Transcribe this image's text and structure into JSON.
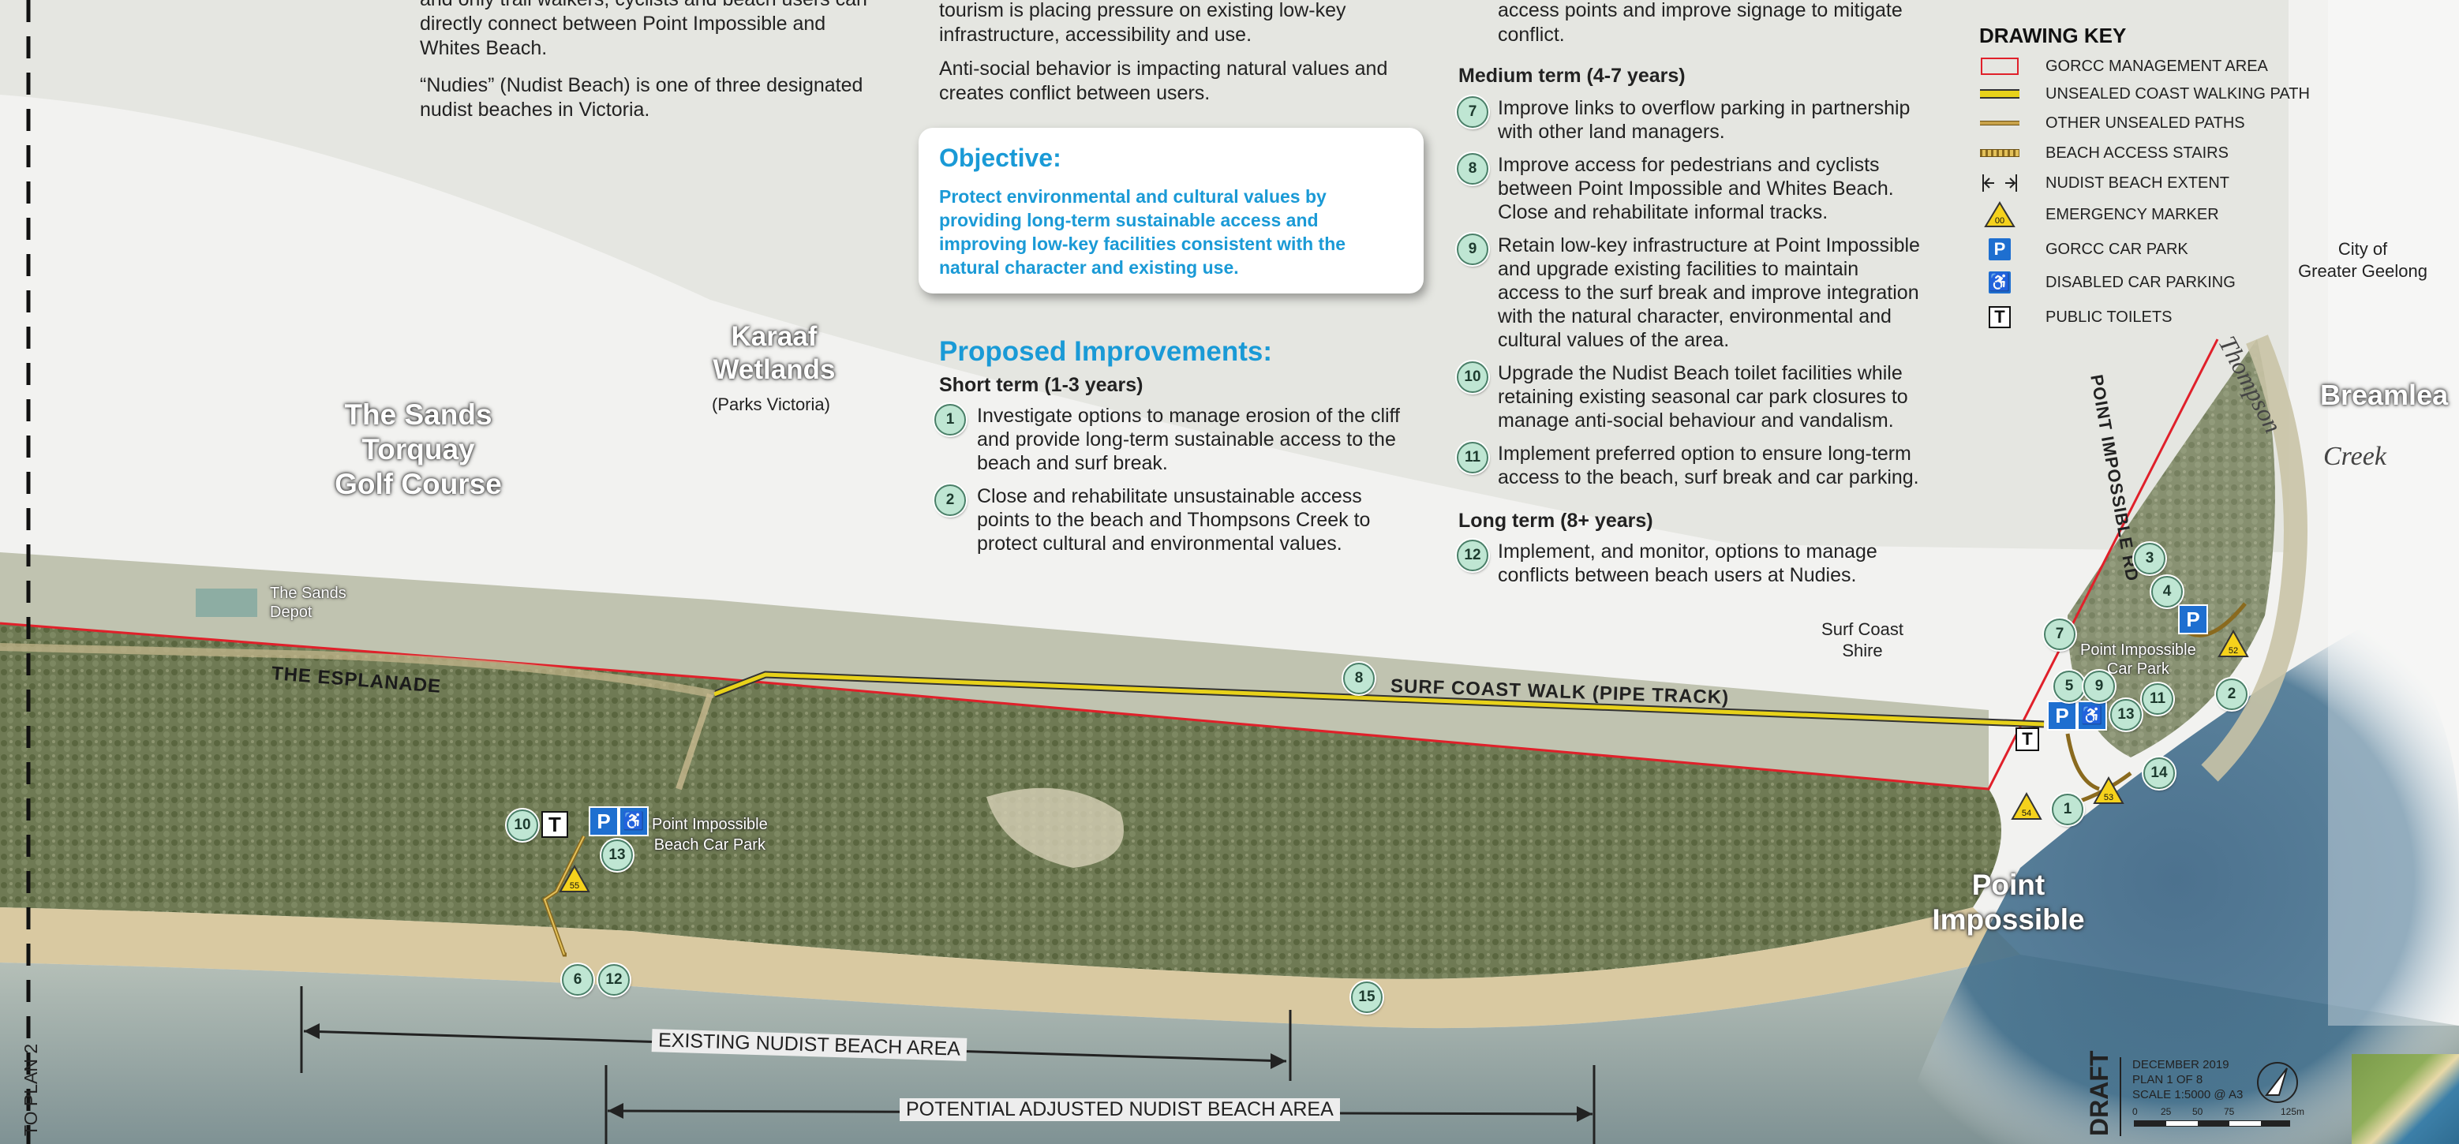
{
  "intro_left": {
    "line1": "and only trail walkers, cyclists and beach users can",
    "line2": "directly connect between Point Impossible and",
    "line3": "Whites Beach.",
    "para2_line1": "“Nudies” (Nudist Beach) is one of three designated",
    "para2_line2": "nudist beaches in Victoria."
  },
  "intro_mid": {
    "line1": "tourism is placing pressure on existing low-key",
    "line2": "infrastructure, accessibility and use.",
    "para2_line1": "Anti-social behavior is impacting natural values and",
    "para2_line2": "creates conflict between users."
  },
  "intro_right": {
    "line1": "access points and improve signage to mitigate",
    "line2": "conflict."
  },
  "objective": {
    "heading": "Objective:",
    "line1": "Protect environmental and cultural values by",
    "line2": "providing long-term sustainable access and",
    "line3": "improving low-key facilities consistent with the",
    "line4": "natural character and existing use."
  },
  "improvements": {
    "heading": "Proposed Improvements:",
    "short_term": "Short term (1-3 years)",
    "medium_term": "Medium term (4-7 years)",
    "long_term": "Long term (8+ years)",
    "items": [
      {
        "num": "1",
        "lines": [
          "Investigate options to manage erosion of the cliff",
          "and provide long-term sustainable access to the",
          "beach and surf break."
        ]
      },
      {
        "num": "2",
        "lines": [
          "Close and rehabilitate unsustainable access",
          "points to the beach and Thompsons Creek to",
          "protect cultural and environmental values."
        ]
      },
      {
        "num": "7",
        "lines": [
          "Improve links to overflow parking in partnership",
          "with other land managers."
        ]
      },
      {
        "num": "8",
        "lines": [
          "Improve access for pedestrians and cyclists",
          "between Point Impossible and Whites Beach.",
          "Close and rehabilitate informal tracks."
        ]
      },
      {
        "num": "9",
        "lines": [
          "Retain low-key infrastructure at Point Impossible",
          "and upgrade existing facilities to maintain",
          "access to the surf break and improve integration",
          "with the natural character, environmental and",
          "cultural values of the area."
        ]
      },
      {
        "num": "10",
        "lines": [
          "Upgrade the Nudist Beach toilet facilities while",
          "retaining existing seasonal car park closures to",
          "manage anti-social behaviour and vandalism."
        ]
      },
      {
        "num": "11",
        "lines": [
          "Implement preferred option to ensure long-term",
          "access to the beach, surf break and car parking."
        ]
      },
      {
        "num": "12",
        "lines": [
          "Implement, and monitor, options to manage",
          "conflicts between beach users at Nudies."
        ]
      }
    ]
  },
  "drawing_key": {
    "title": "DRAWING KEY",
    "items": [
      {
        "label": "GORCC MANAGEMENT AREA",
        "icon": "red-outline-rect-icon"
      },
      {
        "label": "UNSEALED COAST WALKING PATH",
        "icon": "yellow-double-line-icon"
      },
      {
        "label": "OTHER UNSEALED PATHS",
        "icon": "brown-line-icon"
      },
      {
        "label": "BEACH ACCESS STAIRS",
        "icon": "stairs-icon"
      },
      {
        "label": "NUDIST BEACH EXTENT",
        "icon": "extent-arrows-icon"
      },
      {
        "label": "EMERGENCY MARKER",
        "icon": "emergency-triangle-icon",
        "symbol": "00"
      },
      {
        "label": "GORCC CAR PARK",
        "icon": "car-park-icon",
        "symbol": "P"
      },
      {
        "label": "DISABLED CAR PARKING",
        "icon": "disabled-parking-icon"
      },
      {
        "label": "PUBLIC TOILETS",
        "icon": "toilet-icon",
        "symbol": "T"
      }
    ]
  },
  "map_labels": {
    "sands_golf": [
      "The Sands",
      "Torquay",
      "Golf Course"
    ],
    "karaaf": [
      "Karaaf",
      "Wetlands"
    ],
    "parks_victoria": "(Parks Victoria)",
    "sands_depot": [
      "The Sands",
      "Depot"
    ],
    "esplanade": "THE  ESPLANADE",
    "surf_coast_walk": "SURF COAST WALK (PIPE TRACK)",
    "surf_coast_shire": [
      "Surf Coast",
      "Shire"
    ],
    "city_geelong": [
      "City of",
      "Greater Geelong"
    ],
    "breamlea": "Breamlea",
    "thompson": "Thompson",
    "creek": "Creek",
    "point_impossible_rd": "POINT  IMPOSSIBLE  RD",
    "pi_car_park": [
      "Point Impossible",
      "Car Park"
    ],
    "pi_beach_car_park": [
      "Point Impossible",
      "Beach Car Park"
    ],
    "point_impossible": [
      "Point",
      "Impossible"
    ],
    "existing_nudist": "EXISTING NUDIST BEACH AREA",
    "potential_nudist": "POTENTIAL ADJUSTED NUDIST BEACH AREA",
    "to_plan": "TO PLAN 2",
    "parking_symbol": "P",
    "toilet_symbol": "T",
    "emergency_markers": [
      "55",
      "52",
      "53",
      "54"
    ]
  },
  "map_markers": [
    "10",
    "13",
    "6",
    "12",
    "8",
    "15",
    "3",
    "4",
    "7",
    "5",
    "9",
    "13",
    "11",
    "2",
    "14",
    "1"
  ],
  "title_block": {
    "status": "DRAFT",
    "date": "DECEMBER 2019",
    "plan": "PLAN 1 OF 8",
    "scale": "SCALE 1:5000 @ A3",
    "scale_ticks": [
      "0",
      "25",
      "50",
      "75",
      "125m"
    ]
  },
  "colors": {
    "management_area": "#e0202a",
    "walking_path": "#e8d21a",
    "objective_blue": "#1a9ad6",
    "marker_fill": "#bfe6d3",
    "parking_blue": "#1e6fd0"
  }
}
